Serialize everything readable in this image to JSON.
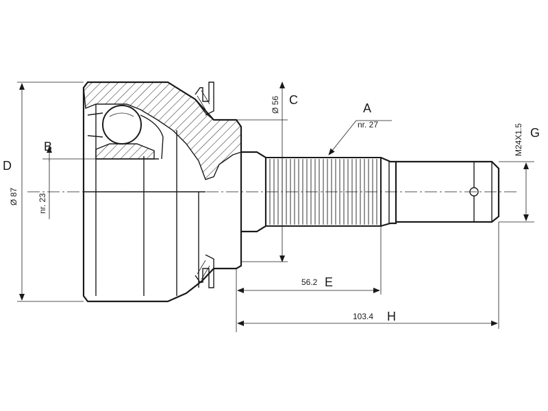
{
  "labels": {
    "A": "A",
    "B": "B",
    "C": "C",
    "D": "D",
    "E": "E",
    "G": "G",
    "H": "H"
  },
  "dimensions": {
    "spline_count_outer": "nr. 27",
    "spline_count_inner": "nr. 23",
    "housing_diameter": "Ø 87",
    "seal_diameter": "Ø 56",
    "thread": "M24X1.5",
    "length_e": "56.2",
    "length_h": "103.4"
  }
}
